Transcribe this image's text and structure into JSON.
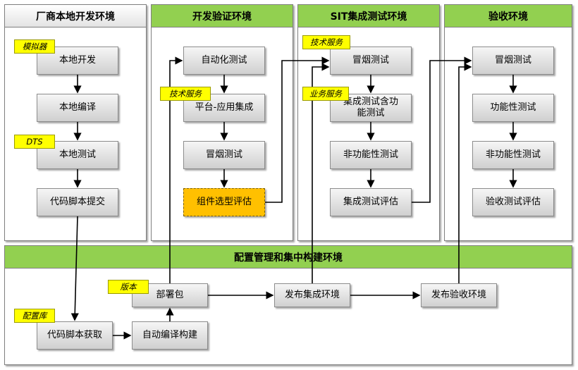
{
  "panels": {
    "local": "厂商本地开发环境",
    "verify": "开发验证环境",
    "sit": "SIT集成测试环境",
    "accept": "验收环境",
    "config": "配置管理和集中构建环境"
  },
  "nodes": {
    "local_dev": "本地开发",
    "local_compile": "本地编译",
    "local_test": "本地测试",
    "code_submit": "代码脚本提交",
    "auto_test": "自动化测试",
    "platform_integration": "平台-应用集成",
    "verify_smoke": "冒烟测试",
    "component_eval": "组件选型评估",
    "sit_smoke": "冒烟测试",
    "sit_integration": "集成测试含功能测试",
    "sit_nonfunc": "非功能性测试",
    "sit_eval": "集成测试评估",
    "acc_smoke": "冒烟测试",
    "acc_func": "功能性测试",
    "acc_nonfunc": "非功能性测试",
    "acc_eval": "验收测试评估",
    "code_fetch": "代码脚本获取",
    "auto_build": "自动编译构建",
    "deploy_pkg": "部署包",
    "publish_sit": "发布集成环境",
    "publish_acc": "发布验收环境"
  },
  "tags": {
    "simulator": "模拟器",
    "dts": "DTS",
    "tech_service_1": "技术服务",
    "tech_service_2": "技术服务",
    "biz_service": "业务服务",
    "version": "版本",
    "config_repo": "配置库"
  },
  "colors": {
    "green": "#92d050",
    "tag": "#ffff00",
    "highlight": "#ffc000"
  }
}
